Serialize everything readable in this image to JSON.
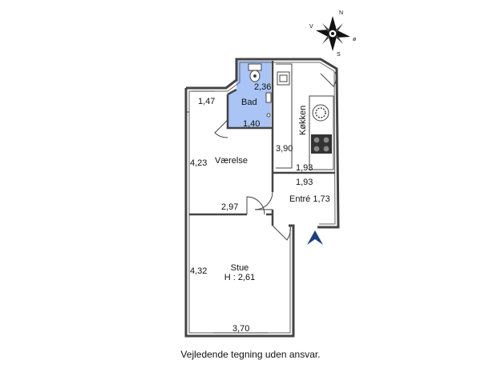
{
  "compass": {
    "n": "N",
    "v": "V",
    "s": "S",
    "o": "ø"
  },
  "rooms": {
    "bad": {
      "name": "Bad",
      "dim_a": "2,36",
      "dim_b": "1,40",
      "color": "#a9c4f5"
    },
    "kokken": {
      "name": "Køkken",
      "dim_a": "3,90",
      "dim_b": "1,93"
    },
    "entre": {
      "name": "Entré 1,73",
      "dim_a": "1,93"
    },
    "vaerelse": {
      "name": "Værelse",
      "dim_a": "1,47",
      "dim_b": "4,23",
      "dim_c": "2,97"
    },
    "stue": {
      "name": "Stue",
      "height": "H : 2,61",
      "dim_a": "4,32",
      "dim_b": "3,70"
    }
  },
  "entrance_marker_color": "#1f3f7a",
  "caption": "Vejledende tegning uden ansvar."
}
